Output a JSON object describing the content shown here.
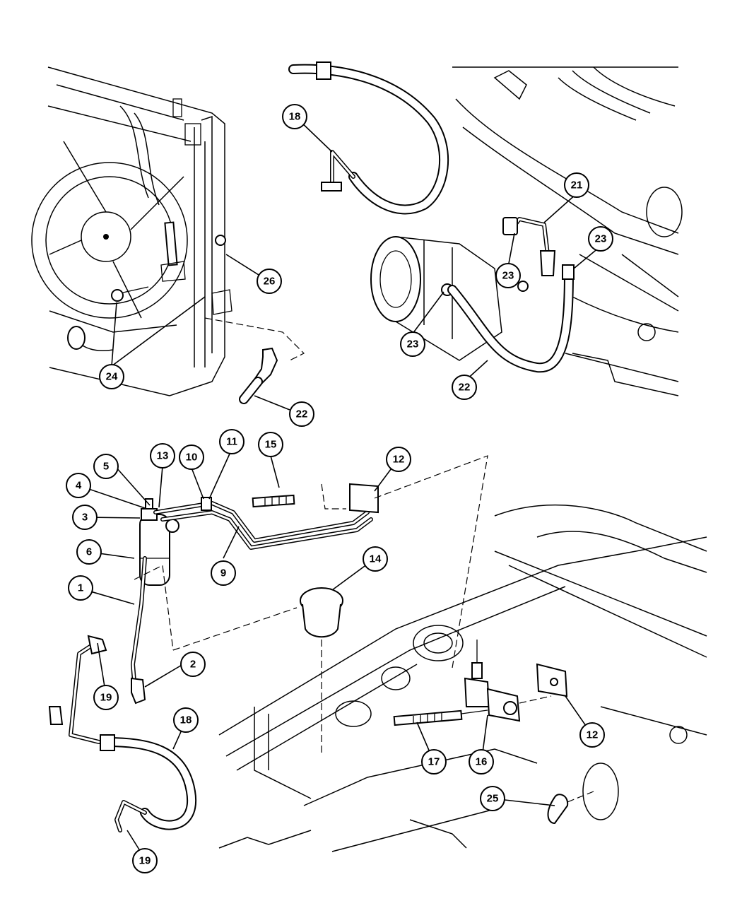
{
  "callouts": {
    "c1": "1",
    "c2": "2",
    "c3": "3",
    "c4": "4",
    "c5": "5",
    "c6": "6",
    "c9": "9",
    "c10": "10",
    "c11": "11",
    "c12a": "12",
    "c12b": "12",
    "c13": "13",
    "c14": "14",
    "c15": "15",
    "c16": "16",
    "c17": "17",
    "c18a": "18",
    "c18b": "18",
    "c19a": "19",
    "c19b": "19",
    "c21": "21",
    "c22a": "22",
    "c22b": "22",
    "c23a": "23",
    "c23b": "23",
    "c23c": "23",
    "c24": "24",
    "c25": "25",
    "c26": "26"
  }
}
